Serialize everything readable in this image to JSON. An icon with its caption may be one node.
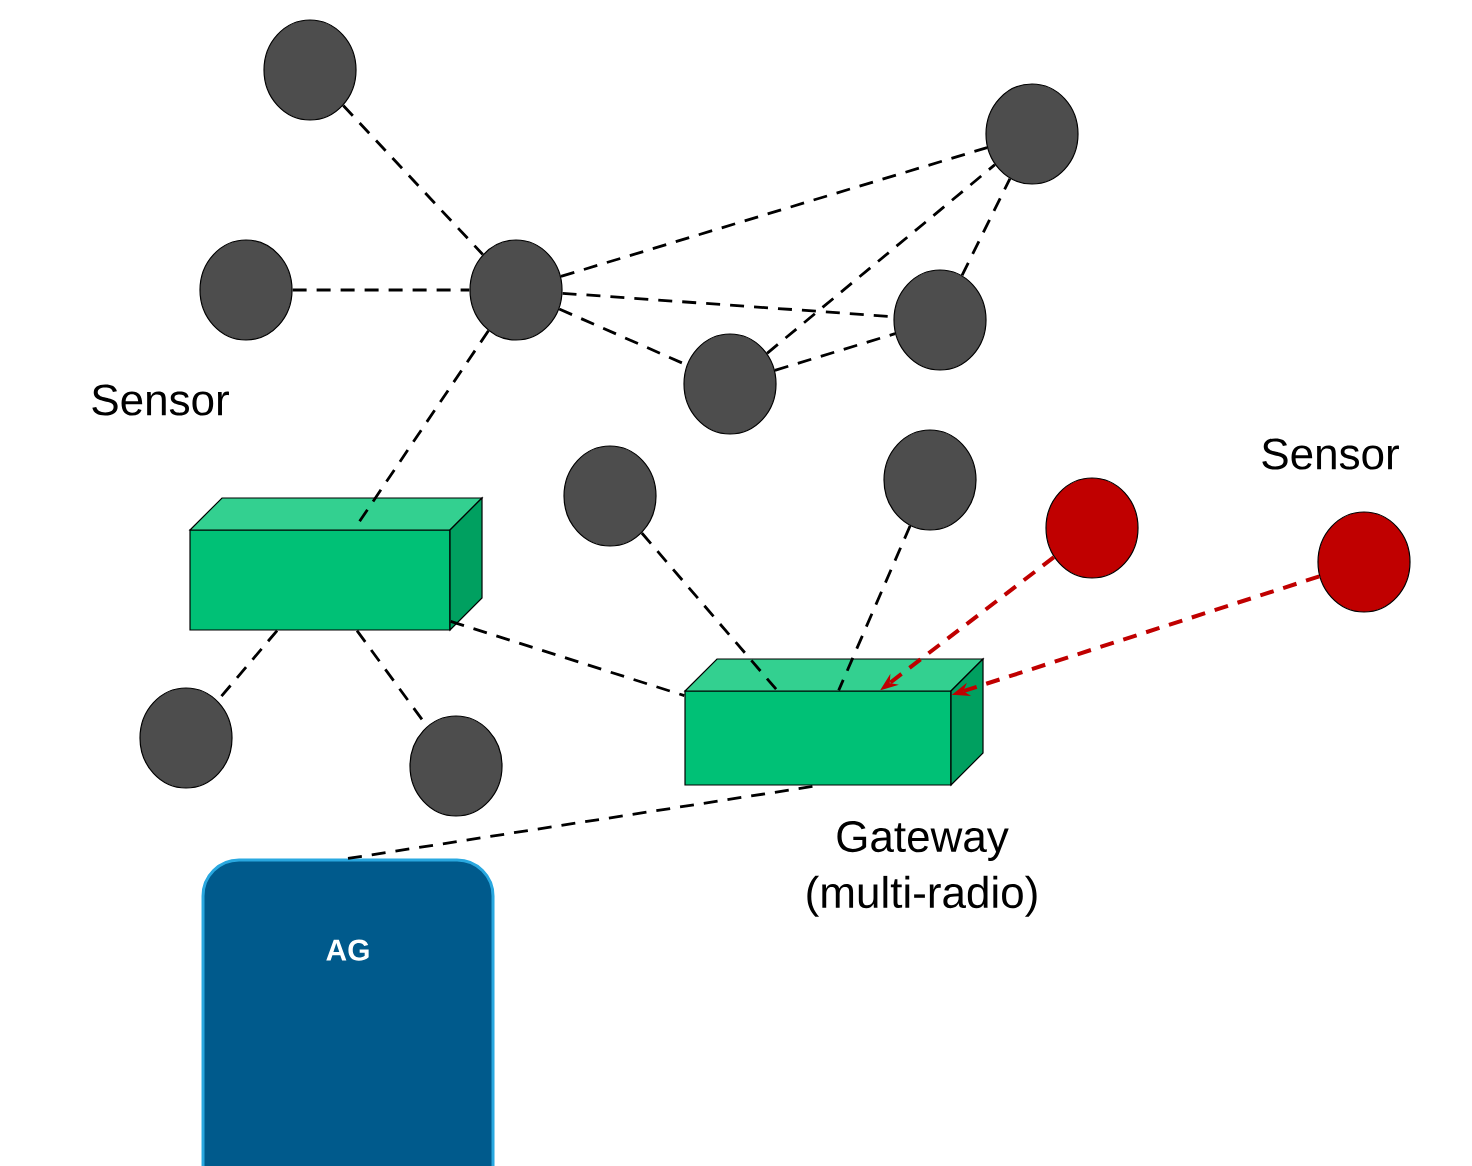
{
  "diagram": {
    "nodes": [
      {
        "text": [],
        "shape": "circle"
      },
      {
        "text": [],
        "shape": "circle"
      },
      {
        "text": [],
        "shape": "circle"
      },
      {
        "text": [],
        "shape": "circle"
      },
      {
        "text": [],
        "shape": "circle"
      },
      {
        "text": [],
        "shape": "circle"
      },
      {
        "text": [],
        "shape": "box"
      },
      {
        "text": [],
        "shape": "circle"
      },
      {
        "text": [],
        "shape": "circle"
      },
      {
        "text": [],
        "shape": "circle"
      },
      {
        "text": [],
        "shape": "circle"
      },
      {
        "text": [],
        "shape": "circle"
      },
      {
        "text": [],
        "shape": "circle"
      },
      {
        "text": [],
        "shape": "box",
        "beside": [
          "Gateway (multi-radio)"
        ]
      },
      {
        "text": [
          "AG"
        ]
      }
    ],
    "edges": [
      {
        "from": 0,
        "to": 2,
        "arrow": "none"
      },
      {
        "from": 1,
        "to": 2,
        "arrow": "none"
      },
      {
        "from": 2,
        "to": 3,
        "arrow": "none"
      },
      {
        "from": 2,
        "to": 4,
        "arrow": "none"
      },
      {
        "from": 2,
        "to": 5,
        "arrow": "none"
      },
      {
        "from": 5,
        "to": 3,
        "arrow": "none"
      },
      {
        "from": 5,
        "to": 4,
        "arrow": "none"
      },
      {
        "from": 4,
        "to": 3,
        "arrow": "none"
      },
      {
        "from": 2,
        "to": 6,
        "arrow": "none"
      },
      {
        "from": 6,
        "to": 11,
        "arrow": "none"
      },
      {
        "from": 6,
        "to": 12,
        "arrow": "none"
      },
      {
        "from": 6,
        "to": 13,
        "arrow": "none"
      },
      {
        "from": 7,
        "to": 13,
        "arrow": "none"
      },
      {
        "from": 8,
        "to": 13,
        "arrow": "none"
      },
      {
        "from": 9,
        "to": 13,
        "arrow": "to",
        "color": "#c00000"
      },
      {
        "from": 10,
        "to": 13,
        "arrow": "to",
        "color": "#c00000"
      },
      {
        "from": 14,
        "to": 13,
        "arrow": "none"
      }
    ],
    "labels": [
      "Sensor",
      "Sensor"
    ]
  }
}
